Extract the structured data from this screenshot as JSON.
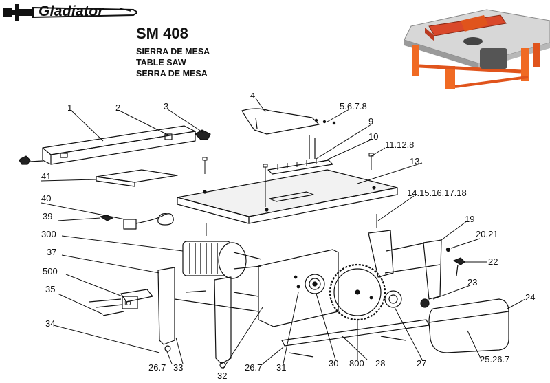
{
  "brand": {
    "name": "Gladiator"
  },
  "header": {
    "model": "SM 408",
    "desc_es": "SIERRA DE MESA",
    "desc_en": "TABLE SAW",
    "desc_pt": "SERRA DE MESA"
  },
  "part_labels": {
    "p1": "1",
    "p2": "2",
    "p3": "3",
    "p4": "4",
    "p5678": "5.6.7.8",
    "p9": "9",
    "p10": "10",
    "p11128": "11.12.8",
    "p13": "13",
    "p1415161718": "14.15.16.17.18",
    "p41": "41",
    "p40": "40",
    "p39": "39",
    "p300": "300",
    "p37": "37",
    "p500": "500",
    "p35": "35",
    "p34": "34",
    "p19": "19",
    "p2021": "20.21",
    "p22": "22",
    "p23": "23",
    "p24": "24",
    "p267a": "26.7",
    "p33": "33",
    "p32": "32",
    "p267b": "26.7",
    "p31": "31",
    "p30": "30",
    "p800": "800",
    "p28": "28",
    "p27": "27",
    "p25267": "25.26.7"
  },
  "colors": {
    "ink": "#111111",
    "accent": "#e0541c",
    "table_top": "#d9d9d9"
  }
}
